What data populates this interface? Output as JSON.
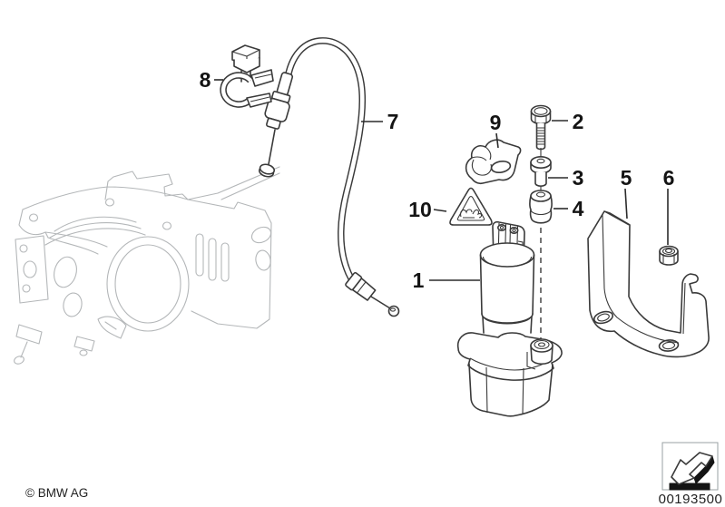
{
  "callouts": [
    {
      "label": "1"
    },
    {
      "label": "2"
    },
    {
      "label": "3"
    },
    {
      "label": "4"
    },
    {
      "label": "5"
    },
    {
      "label": "6"
    },
    {
      "label": "7"
    },
    {
      "label": "8"
    },
    {
      "label": "9"
    },
    {
      "label": "10"
    }
  ],
  "footer": {
    "copyright": "© BMW AG",
    "diagram_number": "00193500"
  },
  "colors": {
    "part_line": "#3a3a3a",
    "ghost_line": "#b4b7b9",
    "label_text": "#141414",
    "background": "#ffffff"
  }
}
